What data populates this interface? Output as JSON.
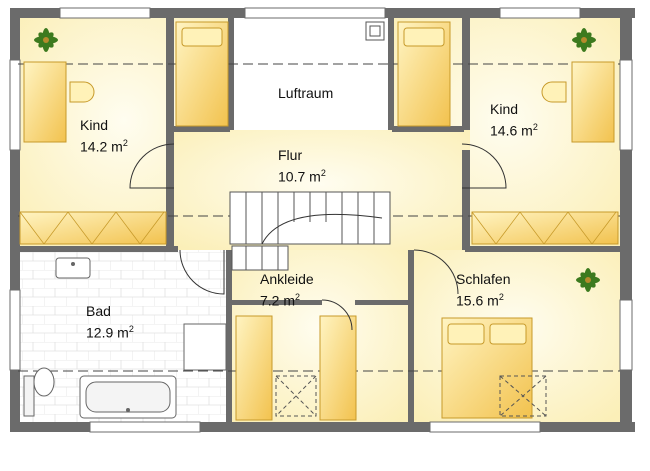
{
  "rooms": {
    "kind_left": {
      "name": "Kind",
      "area": "14.2 m",
      "unit_sup": "2"
    },
    "luftraum": {
      "name": "Luftraum"
    },
    "kind_right": {
      "name": "Kind",
      "area": "14.6 m",
      "unit_sup": "2"
    },
    "flur": {
      "name": "Flur",
      "area": "10.7 m",
      "unit_sup": "2"
    },
    "ankleide": {
      "name": "Ankleide",
      "area": "7.2 m",
      "unit_sup": "2"
    },
    "bad": {
      "name": "Bad",
      "area": "12.9 m",
      "unit_sup": "2"
    },
    "schlafen": {
      "name": "Schlafen",
      "area": "15.6 m",
      "unit_sup": "2"
    }
  },
  "colors": {
    "wall": "#6b6b6b",
    "floor_warm": "#fdf6cf",
    "floor_light": "#fefbe6",
    "bath_floor": "#ffffff",
    "furniture": "#f7d77a",
    "furniture_edge": "#c79a2a",
    "plant": "#3c7a1e"
  }
}
